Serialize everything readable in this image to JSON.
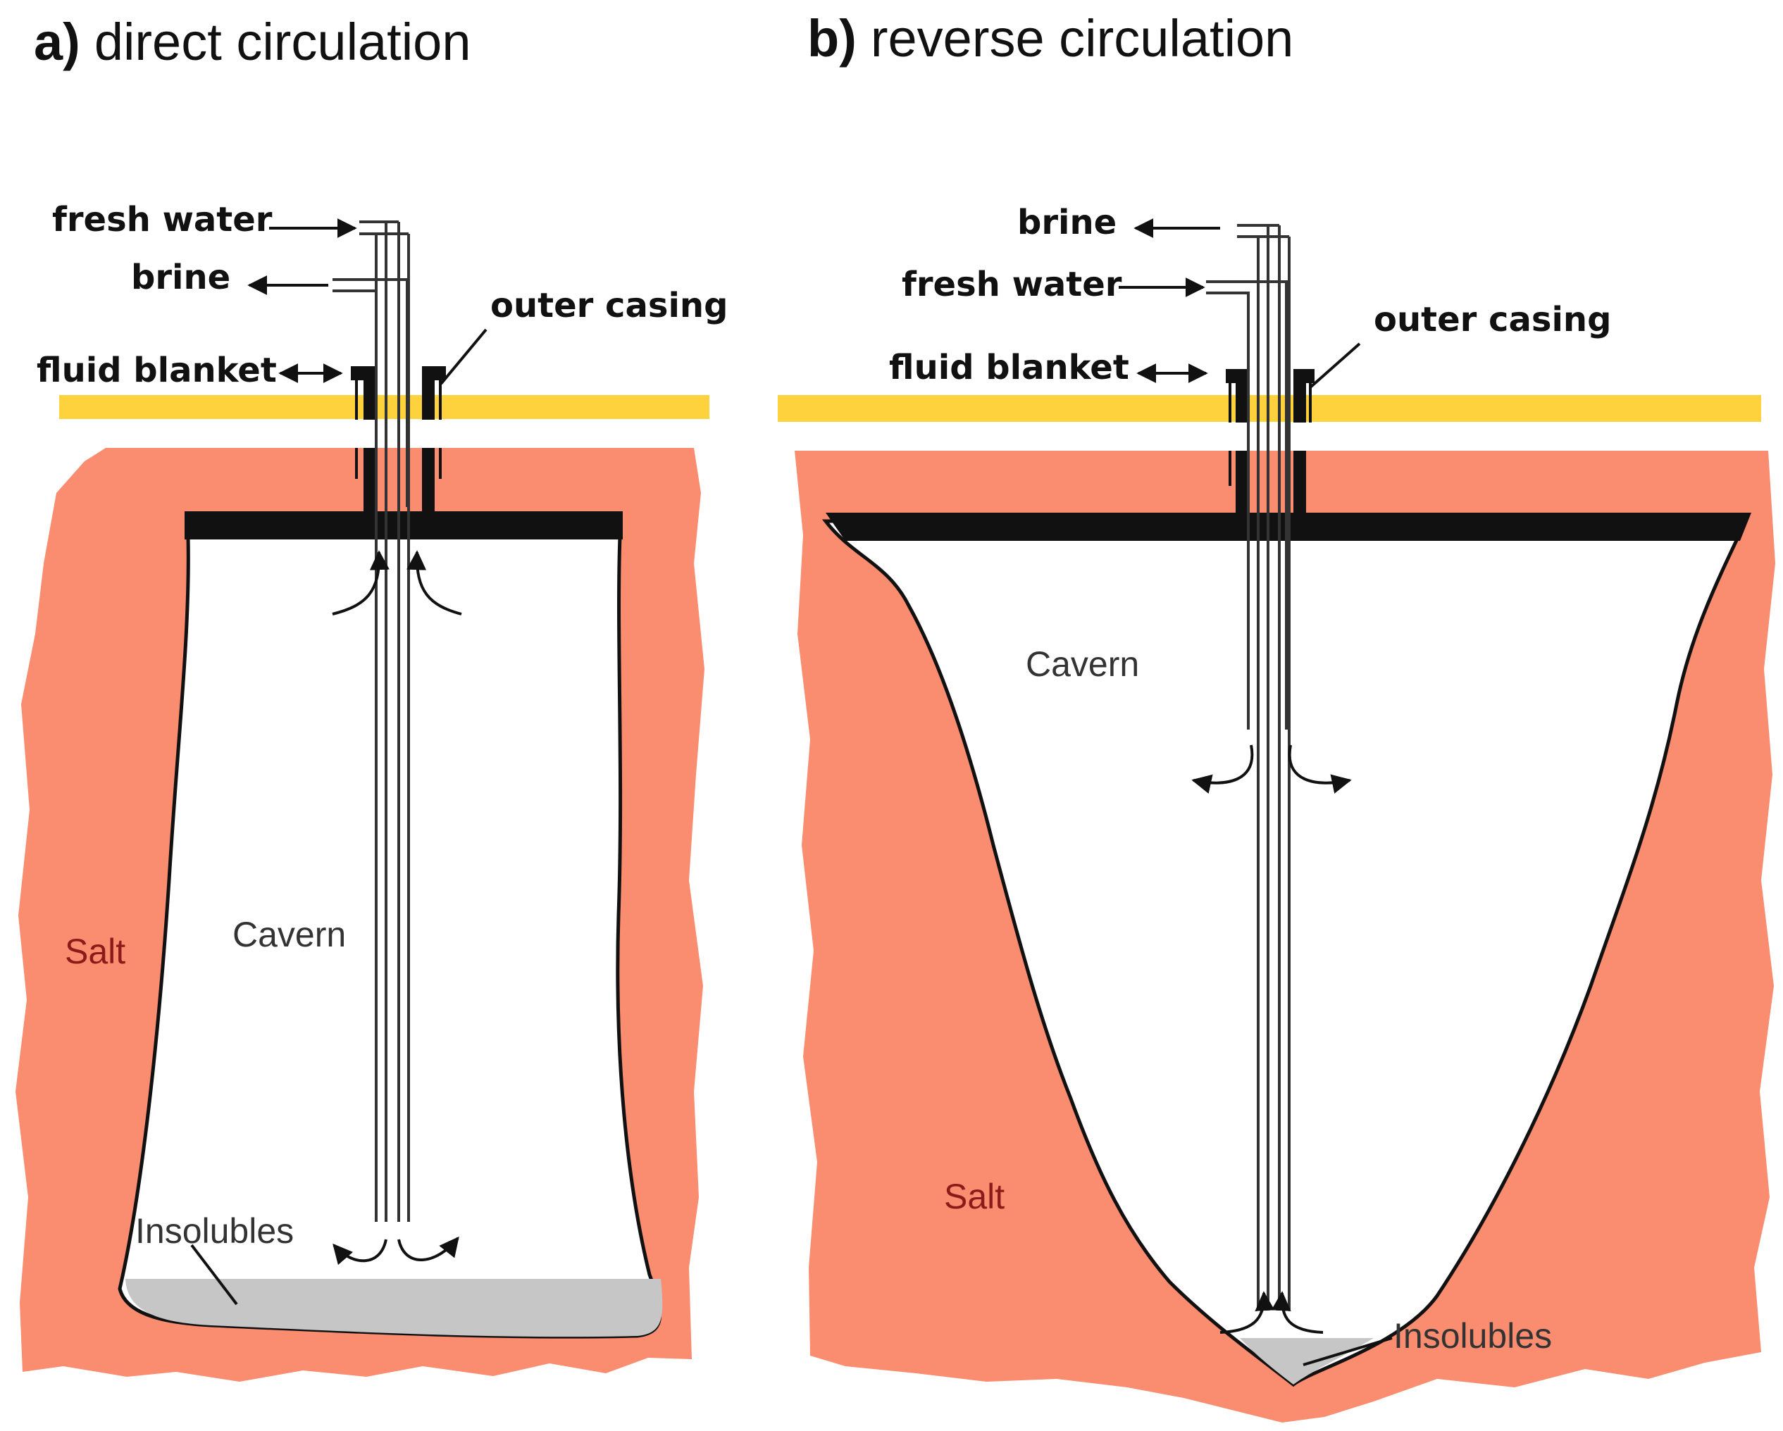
{
  "panels": {
    "a": {
      "key": "a)",
      "title": "direct circulation",
      "labels": {
        "inlet_top": "fresh water",
        "inlet_second": "brine",
        "outer_casing": "outer casing",
        "fluid_blanket": "fluid blanket",
        "salt": "Salt",
        "cavern": "Cavern",
        "insolubles": "Insolubles"
      }
    },
    "b": {
      "key": "b)",
      "title": "reverse circulation",
      "labels": {
        "inlet_top": "brine",
        "inlet_second": "fresh water",
        "outer_casing": "outer casing",
        "fluid_blanket": "fluid blanket",
        "salt": "Salt",
        "cavern": "Cavern",
        "insolubles": "Insolubles"
      }
    }
  },
  "colors": {
    "salt": "#fa8c70",
    "overburden_band": "#fdd23c",
    "blanket_seal": "#111111",
    "insolubles": "#c6c6c6",
    "cavern": "#ffffff"
  }
}
